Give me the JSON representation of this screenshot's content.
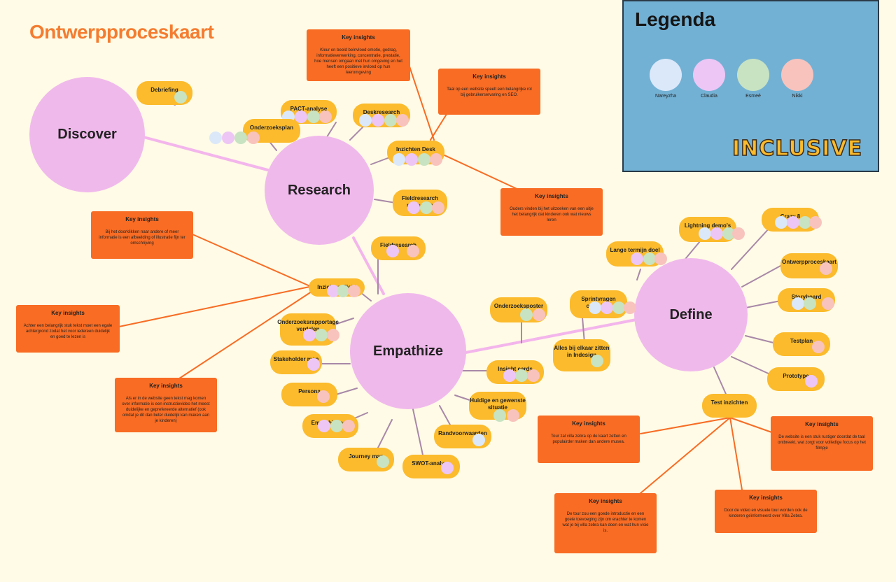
{
  "title": "Ontwerpproceskaart",
  "colors": {
    "background": "#fffbe6",
    "stage": "#f0b9ec",
    "task": "#fbbb2c",
    "insight": "#f86c24",
    "line_purple": "#a888a8",
    "line_orange": "#f86c24",
    "line_pink": "#f3b5ec",
    "legend_bg": "#73b1d4"
  },
  "legend": {
    "title": "Legenda",
    "members": [
      {
        "name": "Nareyzha",
        "color": "#dbe8fa"
      },
      {
        "name": "Claudia",
        "color": "#edc6f6"
      },
      {
        "name": "Esmeé",
        "color": "#c8e3c2"
      },
      {
        "name": "Nikki",
        "color": "#f8c3bd"
      }
    ],
    "brand": "INCLUSIVE"
  },
  "stages": [
    {
      "label": "Discover"
    },
    {
      "label": "Research"
    },
    {
      "label": "Empathize"
    },
    {
      "label": "Define"
    }
  ],
  "tasks": [
    {
      "label": "Debriefing",
      "dots": [
        "Esmeé"
      ]
    },
    {
      "label": "PACT-analyse",
      "dots": [
        "Nareyzha",
        "Claudia",
        "Esmeé",
        "Nikki"
      ]
    },
    {
      "label": "Onderzoeksplan",
      "dots": [
        "Nareyzha",
        "Claudia",
        "Esmeé",
        "Nikki"
      ]
    },
    {
      "label": "Deskresearch",
      "dots": [
        "Nareyzha",
        "Claudia",
        "Esmeé",
        "Nikki"
      ]
    },
    {
      "label": "Inzichten Desk",
      "dots": [
        "Nareyzha",
        "Claudia",
        "Esmeé",
        "Nikki"
      ]
    },
    {
      "label": "Fieldresearch methodes",
      "dots": [
        "Claudia",
        "Esmeé",
        "Nikki"
      ]
    },
    {
      "label": "Fieldresearch",
      "dots": [
        "Claudia",
        "Nikki"
      ]
    },
    {
      "label": "Inzichten Field",
      "dots": [
        "Claudia",
        "Esmeé",
        "Nikki"
      ]
    },
    {
      "label": "Onderzoeksrapportage verdelen",
      "dots": [
        "Claudia",
        "Esmeé",
        "Nikki"
      ]
    },
    {
      "label": "Stakeholder map",
      "dots": [
        "Claudia"
      ]
    },
    {
      "label": "Persona",
      "dots": [
        "Nikki"
      ]
    },
    {
      "label": "Empathie map",
      "dots": [
        "Claudia",
        "Esmeé",
        "Nikki"
      ]
    },
    {
      "label": "Journey map",
      "dots": [
        "Esmeé"
      ]
    },
    {
      "label": "SWOT-analyse",
      "dots": [
        "Claudia"
      ]
    },
    {
      "label": "Randvoorwaarden",
      "dots": [
        "Nareyzha"
      ]
    },
    {
      "label": "Huidige en gewenste situatie",
      "dots": [
        "Esmeé",
        "Nikki"
      ]
    },
    {
      "label": "Insight cards",
      "dots": [
        "Claudia",
        "Esmeé",
        "Nikki"
      ]
    },
    {
      "label": "Onderzoeksposter",
      "dots": [
        "Esmeé",
        "Nikki"
      ]
    },
    {
      "label": "Alles bij elkaar zitten in Indesign",
      "dots": [
        "Esmeé"
      ]
    },
    {
      "label": "Sprintvragen opstellen",
      "dots": [
        "Nareyzha",
        "Claudia",
        "Esmeé",
        "Nikki"
      ]
    },
    {
      "label": "Lange termijn doel",
      "dots": [
        "Claudia",
        "Esmeé",
        "Nikki"
      ]
    },
    {
      "label": "Lightning demo's",
      "dots": [
        "Nareyzha",
        "Claudia",
        "Esmeé",
        "Nikki"
      ]
    },
    {
      "label": "Crazy 8",
      "dots": [
        "Nareyzha",
        "Claudia",
        "Esmeé",
        "Nikki"
      ]
    },
    {
      "label": "Ontwerpproceskaart",
      "dots": [
        "Nikki"
      ]
    },
    {
      "label": "Storyboard",
      "dots": [
        "Nareyzha",
        "Esmeé",
        "Nikki"
      ]
    },
    {
      "label": "Testplan",
      "dots": [
        "Nikki"
      ]
    },
    {
      "label": "Prototype",
      "dots": [
        "Claudia"
      ]
    },
    {
      "label": "Test inzichten",
      "dots": []
    }
  ],
  "insights": [
    {
      "heading": "Key insights",
      "text": "Kleur en beeld beïnvloed emotie, gedrag, informatieverwerking, concentratie, prestatie, hoe mensen omgaan met hun omgeving en het heeft een positieve invloed op hun leeromgeving"
    },
    {
      "heading": "Key insights",
      "text": "Taal op een website speelt een belangrijke rol bij gebruikerservaring en SEO."
    },
    {
      "heading": "Key insights",
      "text": "Ouders vinden bij het uitzoeken van een uitje het belangrijk dat kinderen ook wat nieuws leren"
    },
    {
      "heading": "Key insights",
      "text": "Bij het doorklikken naar andere of meer informatie is een afbeelding of illustratie fijn ter omschrijving"
    },
    {
      "heading": "Key insights",
      "text": "Achter een belangrijk stuk tekst moet een egale achtergrond zodat het voor iedereen duidelijk en goed te lezen is"
    },
    {
      "heading": "Key insights",
      "text": "Als er in de website geen tekst mag komen over informatie is een instructievideo het meest duidelijke en geprefereerde alternatief (ook omdat je dit dan beter duidelijk kan maken aan je kinderen)"
    },
    {
      "heading": "Key insights",
      "text": "Tour zal villa zebra op de kaart zetten en populairder maken dan andere musea."
    },
    {
      "heading": "Key insights",
      "text": "De website is een stuk rustiger doordat de taal ontbreekt, wat zorgt voor volledige focus op het filmpje"
    },
    {
      "heading": "Key insights",
      "text": "De tour zou een goede introductie en een goeie toevoeging zijn om erachter te komen wat je bij villa zebra kan doen en wat hun visie is."
    },
    {
      "heading": "Key insights",
      "text": "Door de video en visuele tour worden ook de kinderen geïnformeerd over Villa Zebra."
    }
  ]
}
